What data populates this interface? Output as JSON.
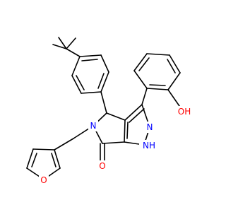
{
  "molecule": {
    "atoms": {
      "o_hydroxyl": {
        "text": "OH",
        "color": "#ff0000"
      },
      "n_pyrazole": {
        "text": "N",
        "color": "#0000ff"
      },
      "nh_pyrazole": {
        "text": "NH",
        "color": "#0000ff"
      },
      "n_lactam": {
        "text": "N",
        "color": "#0000ff"
      },
      "o_furan": {
        "text": "O",
        "color": "#ff0000"
      },
      "o_carbonyl": {
        "text": "O",
        "color": "#ff0000"
      }
    },
    "bond_color": "#000000"
  }
}
